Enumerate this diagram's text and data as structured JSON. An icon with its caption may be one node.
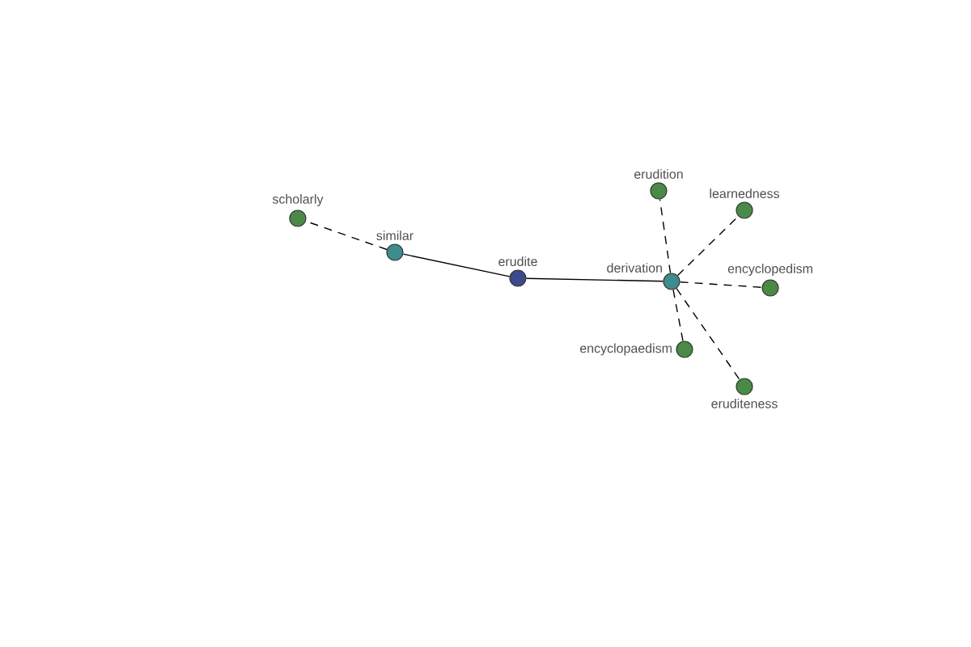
{
  "diagram": {
    "nodes": [
      {
        "text": [
          "scholarly"
        ]
      },
      {
        "text": [
          "similar"
        ]
      },
      {
        "text": [
          "erudite"
        ]
      },
      {
        "text": [
          "erudition"
        ]
      },
      {
        "text": [
          "learnedness"
        ]
      },
      {
        "text": [
          "derivation"
        ]
      },
      {
        "text": [
          "encyclopedism"
        ]
      },
      {
        "text": [
          "encyclopaedism"
        ]
      },
      {
        "text": [
          "eruditeness"
        ]
      }
    ],
    "edges": [
      {
        "from": 1,
        "to": 0,
        "arrow": "none",
        "style": "dashed"
      },
      {
        "from": 2,
        "to": 1,
        "arrow": "none"
      },
      {
        "from": 2,
        "to": 5,
        "arrow": "none"
      },
      {
        "from": 5,
        "to": 3,
        "arrow": "none",
        "style": "dashed"
      },
      {
        "from": 5,
        "to": 4,
        "arrow": "none",
        "style": "dashed"
      },
      {
        "from": 5,
        "to": 6,
        "arrow": "none",
        "style": "dashed"
      },
      {
        "from": 5,
        "to": 7,
        "arrow": "none",
        "style": "dashed"
      },
      {
        "from": 5,
        "to": 8,
        "arrow": "none",
        "style": "dashed"
      }
    ]
  }
}
